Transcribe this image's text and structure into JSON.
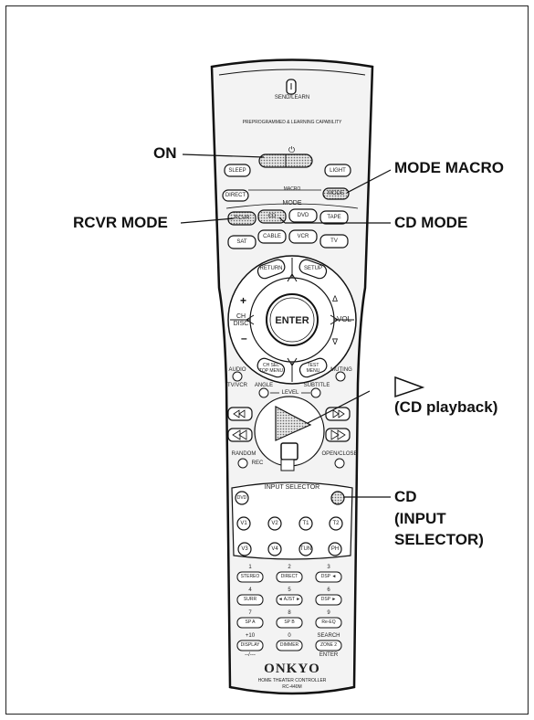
{
  "remote": {
    "top_label": "SEND/LEARN",
    "capability": "PREPROGRAMMED & LEARNING CAPABILITY",
    "brand": "ONKYO",
    "model_line": "HOME THEATER CONTROLLER",
    "model": "RC-440M",
    "buttons": {
      "sleep": "SLEEP",
      "light": "LIGHT",
      "direct": "DIRECT",
      "macro": "MACRO",
      "mode_btn": "MODE",
      "mode_label": "MODE",
      "rcvr": "RCVR",
      "cd": "CD",
      "dvd": "DVD",
      "tape": "TAPE",
      "sat": "SAT",
      "cable": "CABLE",
      "vcr": "VCR",
      "tv": "TV",
      "return": "RETURN",
      "setup": "SETUP",
      "enter": "ENTER",
      "ch_disc": "CH\nDISC",
      "vol": "VOL",
      "ch_sel": "CH SEL\nTOP MENU",
      "test": "TEST\nMENU",
      "audio": "AUDIO",
      "tv_vcr": "TV/VCR",
      "angle": "ANGLE",
      "subtitle": "SUBTITLE",
      "muting": "MUTING",
      "level": "LEVEL",
      "random": "RANDOM",
      "rec": "REC",
      "open_close": "OPEN/CLOSE",
      "input_selector": "INPUT SELECTOR",
      "in_dvd": "DVD",
      "in_v1": "V1",
      "in_v2": "V2",
      "in_t1": "T1",
      "in_t2": "T2",
      "in_v3": "V3",
      "in_v4": "V4",
      "in_tun": "TUN",
      "in_ph": "PH",
      "num_1": "1",
      "num_2": "2",
      "num_3": "3",
      "stereo": "STEREO",
      "direct2": "DIRECT",
      "dsp_l": "DSP ◄",
      "num_4": "4",
      "num_5": "5",
      "num_6": "6",
      "surr": "SURR",
      "ajst": "◄ AJST ►",
      "dsp_r": "DSP ►",
      "num_7": "7",
      "num_8": "8",
      "num_9": "9",
      "spa": "SP A",
      "spb": "SP B",
      "reeq": "Re-EQ",
      "plus10": "+10",
      "num_0": "0",
      "search": "SEARCH",
      "display": "DISPLAY",
      "dimmer": "DIMMER",
      "zone2": "ZONE 2",
      "dash": "--/---",
      "enter2": "ENTER"
    }
  },
  "callouts": {
    "on": "ON",
    "mode_macro": "MODE MACRO",
    "rcvr_mode": "RCVR MODE",
    "cd_mode": "CD MODE",
    "cd_playback": "(CD playback)",
    "cd": "CD",
    "input_selector_1": "(INPUT",
    "input_selector_2": "SELECTOR)"
  }
}
